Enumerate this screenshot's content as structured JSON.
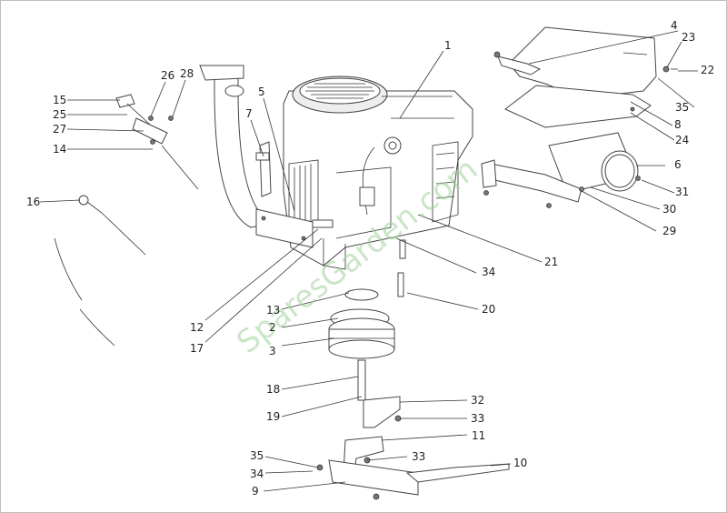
{
  "watermark": "SparesGarden.com",
  "labels": {
    "l1": "1",
    "l2": "2",
    "l3": "3",
    "l4": "4",
    "l5": "5",
    "l6": "6",
    "l7": "7",
    "l8": "8",
    "l9": "9",
    "l10": "10",
    "l11": "11",
    "l12": "12",
    "l13": "13",
    "l14": "14",
    "l15": "15",
    "l16": "16",
    "l17": "17",
    "l18": "18",
    "l19": "19",
    "l20": "20",
    "l21": "21",
    "l22": "22",
    "l23": "23",
    "l24": "24",
    "l25": "25",
    "l26": "26",
    "l27": "27",
    "l28": "28",
    "l29": "29",
    "l30": "30",
    "l31": "31",
    "l32": "32",
    "l33a": "33",
    "l33b": "33",
    "l34a": "34",
    "l34b": "34",
    "l35a": "35",
    "l35b": "35"
  }
}
